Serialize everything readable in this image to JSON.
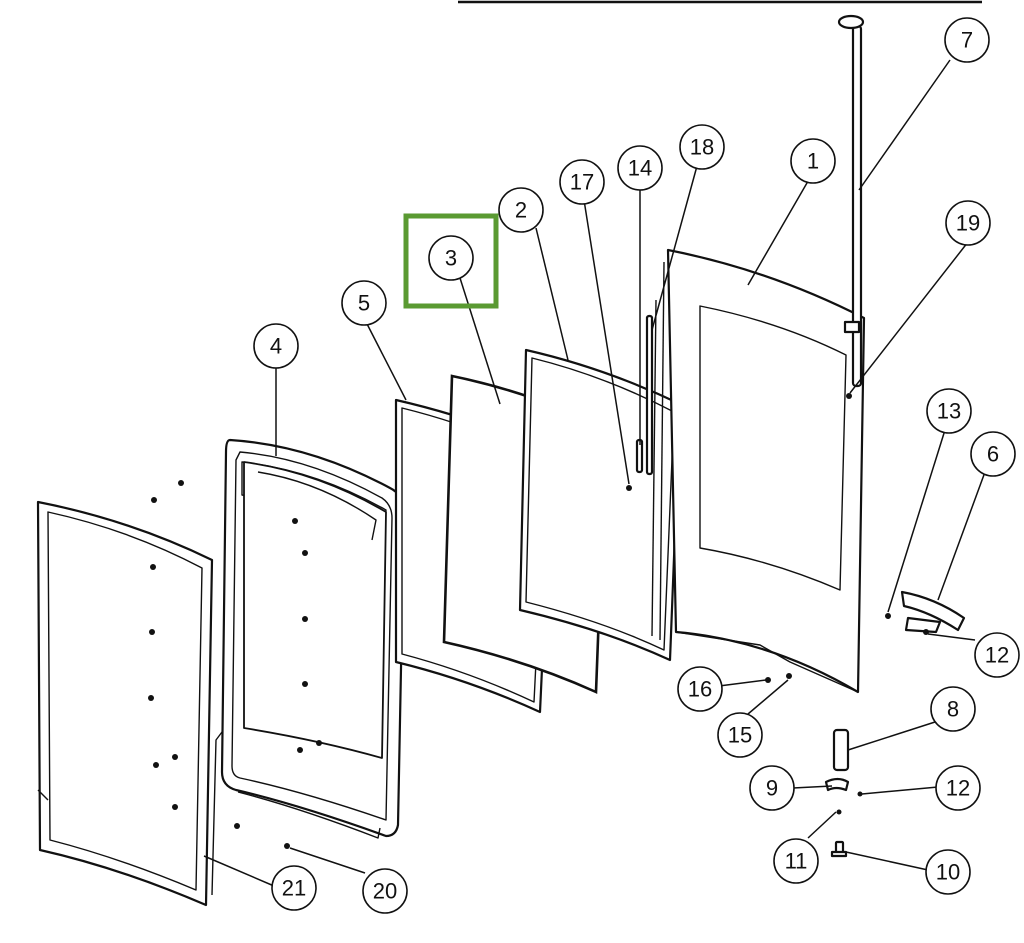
{
  "diagram": {
    "highlight_color": "#5a9a32",
    "highlighted_callout": "3",
    "callouts": [
      {
        "id": "c1",
        "label": "1"
      },
      {
        "id": "c2",
        "label": "2"
      },
      {
        "id": "c3",
        "label": "3"
      },
      {
        "id": "c4",
        "label": "4"
      },
      {
        "id": "c5",
        "label": "5"
      },
      {
        "id": "c6",
        "label": "6"
      },
      {
        "id": "c7",
        "label": "7"
      },
      {
        "id": "c8",
        "label": "8"
      },
      {
        "id": "c9",
        "label": "9"
      },
      {
        "id": "c10",
        "label": "10"
      },
      {
        "id": "c11",
        "label": "11"
      },
      {
        "id": "c12a",
        "label": "12"
      },
      {
        "id": "c12b",
        "label": "12"
      },
      {
        "id": "c13",
        "label": "13"
      },
      {
        "id": "c14",
        "label": "14"
      },
      {
        "id": "c15",
        "label": "15"
      },
      {
        "id": "c16",
        "label": "16"
      },
      {
        "id": "c17",
        "label": "17"
      },
      {
        "id": "c18",
        "label": "18"
      },
      {
        "id": "c19",
        "label": "19"
      },
      {
        "id": "c20",
        "label": "20"
      },
      {
        "id": "c21",
        "label": "21"
      }
    ]
  }
}
